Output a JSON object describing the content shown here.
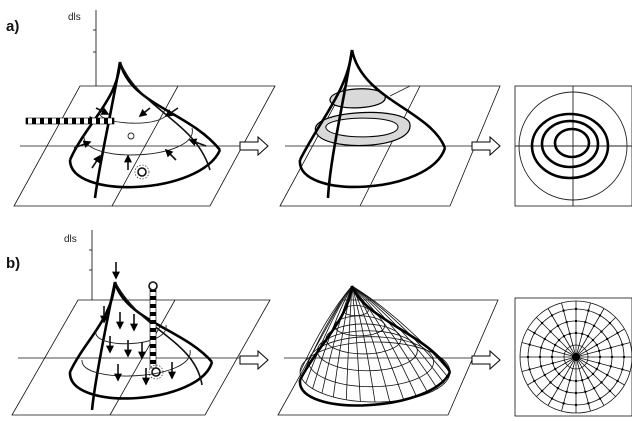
{
  "rows": [
    {
      "id": "a",
      "label": "a)",
      "axis_label": "dls"
    },
    {
      "id": "b",
      "label": "b)",
      "axis_label": "dls"
    }
  ],
  "colors": {
    "ink": "#000000",
    "band_fill": "#d9d9d9",
    "background": "#ffffff"
  }
}
